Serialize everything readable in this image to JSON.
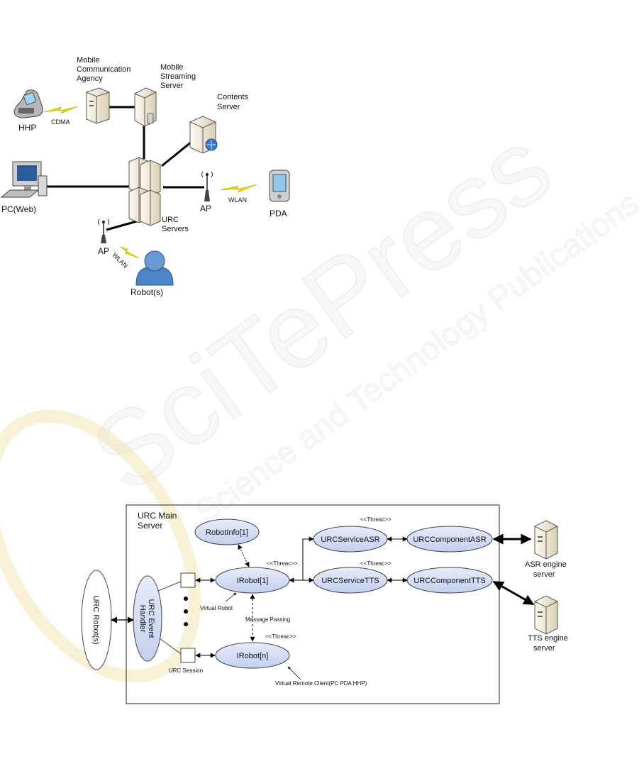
{
  "network": {
    "nodes": {
      "hhp": "HHP",
      "agency": [
        "Mobile",
        "Communication",
        "Agency"
      ],
      "streaming": [
        "Mobile",
        "Streaming",
        "Server"
      ],
      "contents": [
        "Contents",
        "Server"
      ],
      "pc": "PC(Web)",
      "urc_servers": [
        "URC",
        "Servers"
      ],
      "ap_right": "AP",
      "pda": "PDA",
      "ap_left": "AP",
      "robot": "Robot(s)"
    },
    "links": {
      "cdma": "CDMA",
      "wlan_right": "WLAN",
      "wlan_left": "WLAN"
    }
  },
  "architecture": {
    "frame_title": [
      "URC Main",
      "Server"
    ],
    "robots": "URC  Robot(s)",
    "event_handler": [
      "URC  Event",
      "Handler"
    ],
    "robot_info": "RobotInfo[1]",
    "irobot_1": "IRobot[1]",
    "irobot_n": "IRobot[n]",
    "service_asr": "URCServiceASR",
    "service_tts": "URCServiceTTS",
    "component_asr": "URCComponentASR",
    "component_tts": "URCComponentTTS",
    "thread_1": "<<Threac>>",
    "thread_2": "<<Threac>>",
    "thread_3": "<<Threac>>",
    "thread_4": "<<Threac>>",
    "virtual_robot": "Virtual Robot",
    "message_passing": "Message Passing",
    "urc_session": "URC Session",
    "virtual_remote_client": "Virtual Remote Client(PC  PDA  HHP)",
    "asr_engine": [
      "ASR engine",
      "server"
    ],
    "tts_engine": [
      "TTS engine",
      "server"
    ]
  },
  "watermark": {
    "line1": "SciTePress",
    "line2": "Science and Technology Publications"
  },
  "colors": {
    "ellipse_fill": "#d4dcf2",
    "server_fill": "#efe6cc",
    "bolt": "#e8d800",
    "person": "#4d84c8"
  }
}
